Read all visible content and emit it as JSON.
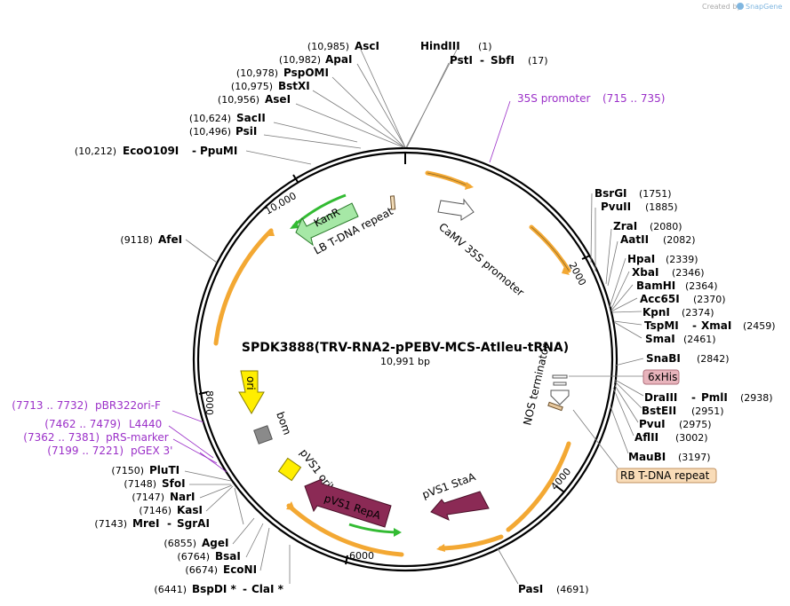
{
  "branding": {
    "created_by": "Created by",
    "product": "SnapGene"
  },
  "plasmid": {
    "name": "SPDK3888(TRV-RNA2-pPEBV-MCS-AtIleu-tRNA)",
    "size_label": "10,991 bp"
  },
  "ticks": [
    "2000",
    "4000",
    "6000",
    "8000",
    "10,000"
  ],
  "enzymes_left": [
    {
      "pos": "(10,985)",
      "name": "AscI"
    },
    {
      "pos": "(10,982)",
      "name": "ApaI"
    },
    {
      "pos": "(10,978)",
      "name": "PspOMI"
    },
    {
      "pos": "(10,975)",
      "name": "BstXI"
    },
    {
      "pos": "(10,956)",
      "name": "AseI"
    },
    {
      "pos": "(10,624)",
      "name": "SacII"
    },
    {
      "pos": "(10,496)",
      "name": "PsiI"
    },
    {
      "pos": "(10,212)",
      "name": "EcoO109I",
      "name2": "PpuMI"
    },
    {
      "pos": "(9118)",
      "name": "AfeI"
    },
    {
      "pos": "(7150)",
      "name": "PluTI"
    },
    {
      "pos": "(7148)",
      "name": "SfoI"
    },
    {
      "pos": "(7147)",
      "name": "NarI"
    },
    {
      "pos": "(7146)",
      "name": "KasI"
    },
    {
      "pos": "(7143)",
      "name": "MreI",
      "name2": "SgrAI"
    },
    {
      "pos": "(6855)",
      "name": "AgeI"
    },
    {
      "pos": "(6764)",
      "name": "BsaI"
    },
    {
      "pos": "(6674)",
      "name": "EcoNI"
    },
    {
      "pos": "(6441)",
      "name": "BspDI *",
      "name2": "ClaI *"
    }
  ],
  "enzymes_top": [
    {
      "name": "HindIII",
      "pos": "(1)"
    },
    {
      "name": "PstI",
      "name2": "SbfI",
      "pos": "(17)"
    }
  ],
  "enzymes_right": [
    {
      "name": "BsrGI",
      "pos": "(1751)"
    },
    {
      "name": "PvuII",
      "pos": "(1885)"
    },
    {
      "name": "ZraI",
      "pos": "(2080)"
    },
    {
      "name": "AatII",
      "pos": "(2082)"
    },
    {
      "name": "HpaI",
      "pos": "(2339)"
    },
    {
      "name": "XbaI",
      "pos": "(2346)"
    },
    {
      "name": "BamHI",
      "pos": "(2364)"
    },
    {
      "name": "Acc65I",
      "pos": "(2370)"
    },
    {
      "name": "KpnI",
      "pos": "(2374)"
    },
    {
      "name": "TspMI",
      "name2": "XmaI",
      "pos": "(2459)"
    },
    {
      "name": "SmaI",
      "pos": "(2461)"
    },
    {
      "name": "SnaBI",
      "pos": "(2842)"
    },
    {
      "name": "DraIII",
      "name2": "PmlI",
      "pos": "(2938)"
    },
    {
      "name": "BstEII",
      "pos": "(2951)"
    },
    {
      "name": "PvuI",
      "pos": "(2975)"
    },
    {
      "name": "AflII",
      "pos": "(3002)"
    },
    {
      "name": "MauBI",
      "pos": "(3197)"
    },
    {
      "name": "PasI",
      "pos": "(4691)"
    }
  ],
  "feature_callouts": [
    {
      "name": "35S promoter",
      "range": "(715 .. 735)"
    },
    {
      "name": "pBR322ori-F",
      "range": "(7713 .. 7732)"
    },
    {
      "name": "L4440",
      "range": "(7462 .. 7479)"
    },
    {
      "name": "pRS-marker",
      "range": "(7362 .. 7381)"
    },
    {
      "name": "pGEX 3'",
      "range": "(7199 .. 7221)"
    }
  ],
  "boxed_features": [
    {
      "name": "6xHis",
      "color": "#e8b4bc"
    },
    {
      "name": "RB T-DNA repeat",
      "color": "#f9dcb8"
    }
  ],
  "map_features": {
    "kanr": "KanR",
    "lb": "LB T-DNA repeat",
    "camv": "CaMV 35S promoter",
    "nos": "NOS terminator",
    "ori": "ori",
    "bom": "bom",
    "oriv": "pVS1 oriV",
    "repa": "pVS1 RepA",
    "staa": "pVS1 StaA"
  },
  "colors": {
    "orf_orange": "#f3a833",
    "kanr_green": "#9ce69c",
    "ori_yellow": "#ffee00",
    "repa_maroon": "#8b2a55",
    "feature_purple": "#9b30c8",
    "primer_green": "#33bb33"
  }
}
